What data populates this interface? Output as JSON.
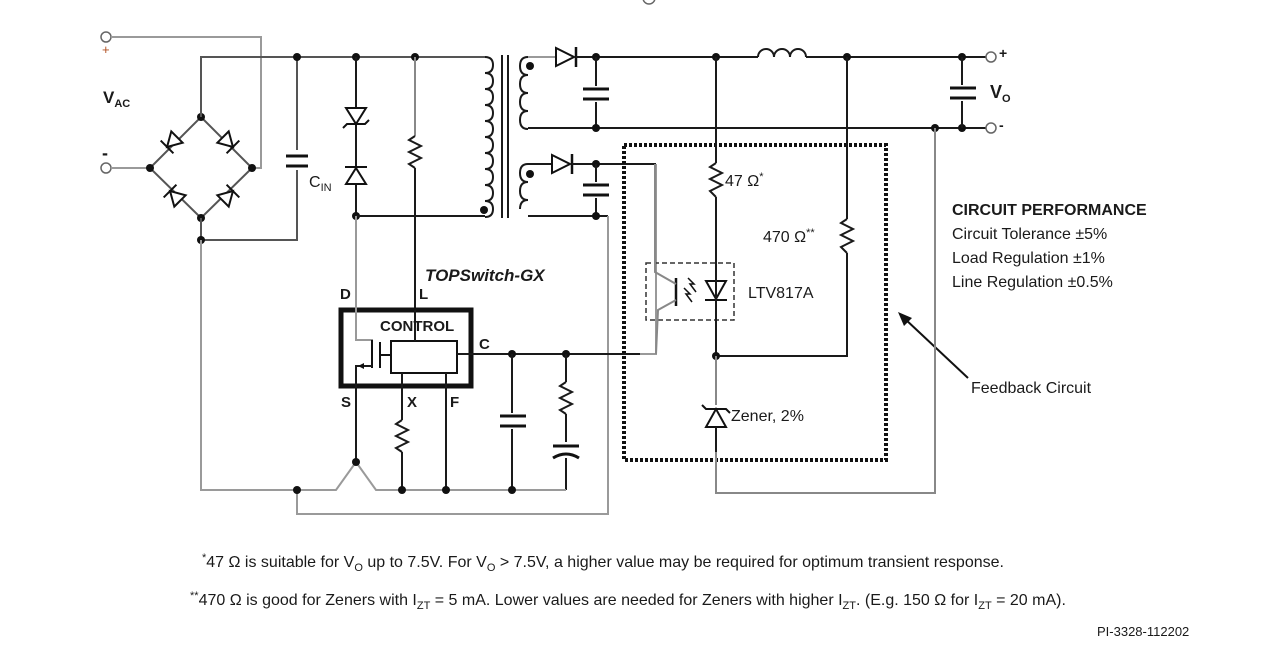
{
  "diagram": {
    "input_labels": {
      "plus": "+",
      "minus": "-",
      "vac_main": "V",
      "vac_sub": "AC"
    },
    "cin_main": "C",
    "cin_sub": "IN",
    "ic_name": "TOPSwitch-GX",
    "ic_block_label": "CONTROL",
    "pins": {
      "D": "D",
      "L": "L",
      "C": "C",
      "S": "S",
      "X": "X",
      "F": "F"
    },
    "output_labels": {
      "plus": "+",
      "minus": "-",
      "vo_main": "V",
      "vo_sub": "O"
    },
    "r47_label": "47 Ω",
    "r47_mark": "*",
    "r470_label": "470 Ω",
    "r470_mark": "**",
    "optocoupler_label": "LTV817A",
    "zener_label": "Zener, 2%",
    "feedback_label": "Feedback Circuit"
  },
  "performance": {
    "title": "CIRCUIT PERFORMANCE",
    "items": [
      "Circuit Tolerance ±5%",
      "Load Regulation ±1%",
      "Line Regulation ±0.5%"
    ]
  },
  "notes": {
    "note1": {
      "mark": "*",
      "a": "47 Ω is suitable for V",
      "sub1": "O",
      "b": " up to 7.5V.  For V",
      "sub2": "O",
      "c": " > 7.5V, a higher value may be required for optimum transient response."
    },
    "note2": {
      "mark": "**",
      "a": "470 Ω is good for Zeners with I",
      "sub1": "ZT",
      "b": " = 5 mA.  Lower values are needed for Zeners with higher I",
      "sub2": "ZT",
      "c": ".  (E.g. 150 Ω for I",
      "sub3": "ZT",
      "d": " = 20 mA)."
    }
  },
  "figure_id": "PI-3328-112202"
}
